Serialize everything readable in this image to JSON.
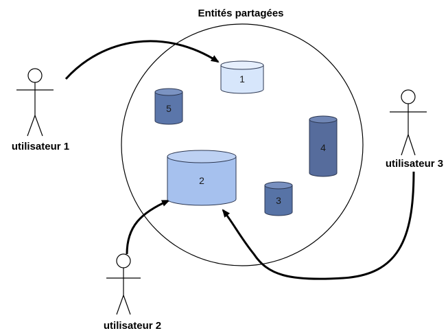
{
  "title": "Entités partagées",
  "users": [
    {
      "id": "u1",
      "label": "utilisateur 1"
    },
    {
      "id": "u2",
      "label": "utilisateur 2"
    },
    {
      "id": "u3",
      "label": "utilisateur 3"
    }
  ],
  "entities": [
    {
      "id": "e1",
      "label": "1",
      "color": "#d7e6fb"
    },
    {
      "id": "e2",
      "label": "2",
      "color": "#a6c1ee"
    },
    {
      "id": "e3",
      "label": "3",
      "color": "#5773a6"
    },
    {
      "id": "e4",
      "label": "4",
      "color": "#566c9c"
    },
    {
      "id": "e5",
      "label": "5",
      "color": "#5b76aa"
    }
  ],
  "colors": {
    "stroke": "#000000",
    "outline": "#2b3650"
  }
}
